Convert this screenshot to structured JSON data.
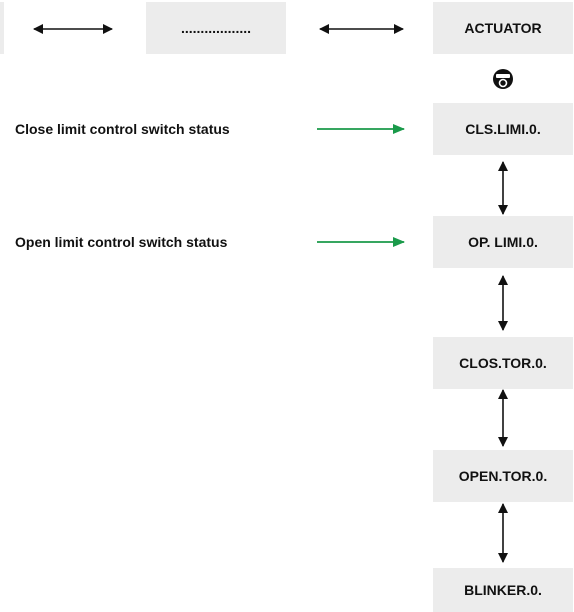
{
  "header": {
    "placeholder": "..................",
    "actuator": "ACTUATOR"
  },
  "icons": {
    "menu_key": "rotate-key-icon"
  },
  "labels": {
    "close_limit": "Close limit control switch status",
    "open_limit": "Open limit control switch status"
  },
  "menu": [
    "CLS.LIMI.0.",
    "OP. LIMI.0.",
    "CLOS.TOR.0.",
    "OPEN.TOR.0.",
    "BLINKER.0."
  ],
  "colors": {
    "box_fill": "#ececec",
    "pointer_arrow": "#1a9a4a",
    "text": "#111111"
  }
}
